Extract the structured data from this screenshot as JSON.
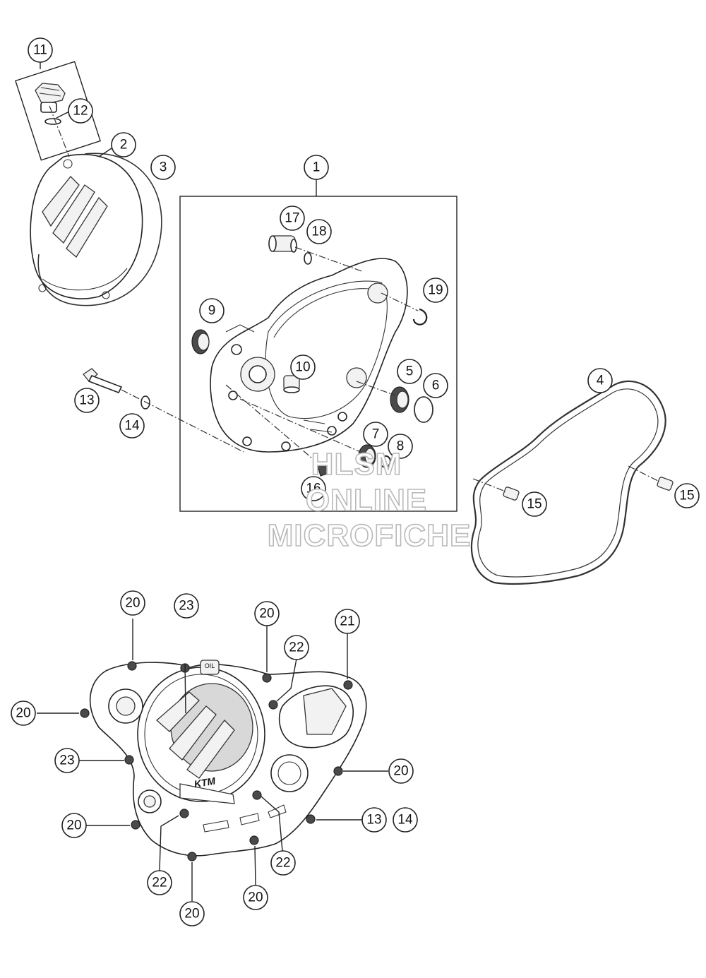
{
  "callouts": [
    {
      "id": "c11",
      "label": "11"
    },
    {
      "id": "c12",
      "label": "12"
    },
    {
      "id": "c2",
      "label": "2"
    },
    {
      "id": "c3",
      "label": "3"
    },
    {
      "id": "c1",
      "label": "1"
    },
    {
      "id": "c17",
      "label": "17"
    },
    {
      "id": "c18",
      "label": "18"
    },
    {
      "id": "c19",
      "label": "19"
    },
    {
      "id": "c9",
      "label": "9"
    },
    {
      "id": "c10",
      "label": "10"
    },
    {
      "id": "c5",
      "label": "5"
    },
    {
      "id": "c6",
      "label": "6"
    },
    {
      "id": "c4",
      "label": "4"
    },
    {
      "id": "c13a",
      "label": "13"
    },
    {
      "id": "c14a",
      "label": "14"
    },
    {
      "id": "c7",
      "label": "7"
    },
    {
      "id": "c8",
      "label": "8"
    },
    {
      "id": "c16",
      "label": "16"
    },
    {
      "id": "c15a",
      "label": "15"
    },
    {
      "id": "c15b",
      "label": "15"
    },
    {
      "id": "c20a",
      "label": "20"
    },
    {
      "id": "c23a",
      "label": "23"
    },
    {
      "id": "c20b",
      "label": "20"
    },
    {
      "id": "c21",
      "label": "21"
    },
    {
      "id": "c22a",
      "label": "22"
    },
    {
      "id": "c20c",
      "label": "20"
    },
    {
      "id": "c23b",
      "label": "23"
    },
    {
      "id": "c20d",
      "label": "20"
    },
    {
      "id": "c20e",
      "label": "20"
    },
    {
      "id": "c13b",
      "label": "13"
    },
    {
      "id": "c14b",
      "label": "14"
    },
    {
      "id": "c22b",
      "label": "22"
    },
    {
      "id": "c22c",
      "label": "22"
    },
    {
      "id": "c20f",
      "label": "20"
    },
    {
      "id": "c20g",
      "label": "20"
    }
  ],
  "watermark": {
    "line1": "HLSM",
    "line2": "ONLINE",
    "line3": "MICROFICHE"
  },
  "cover_labels": {
    "oil": "OIL",
    "brand": "KTM"
  }
}
